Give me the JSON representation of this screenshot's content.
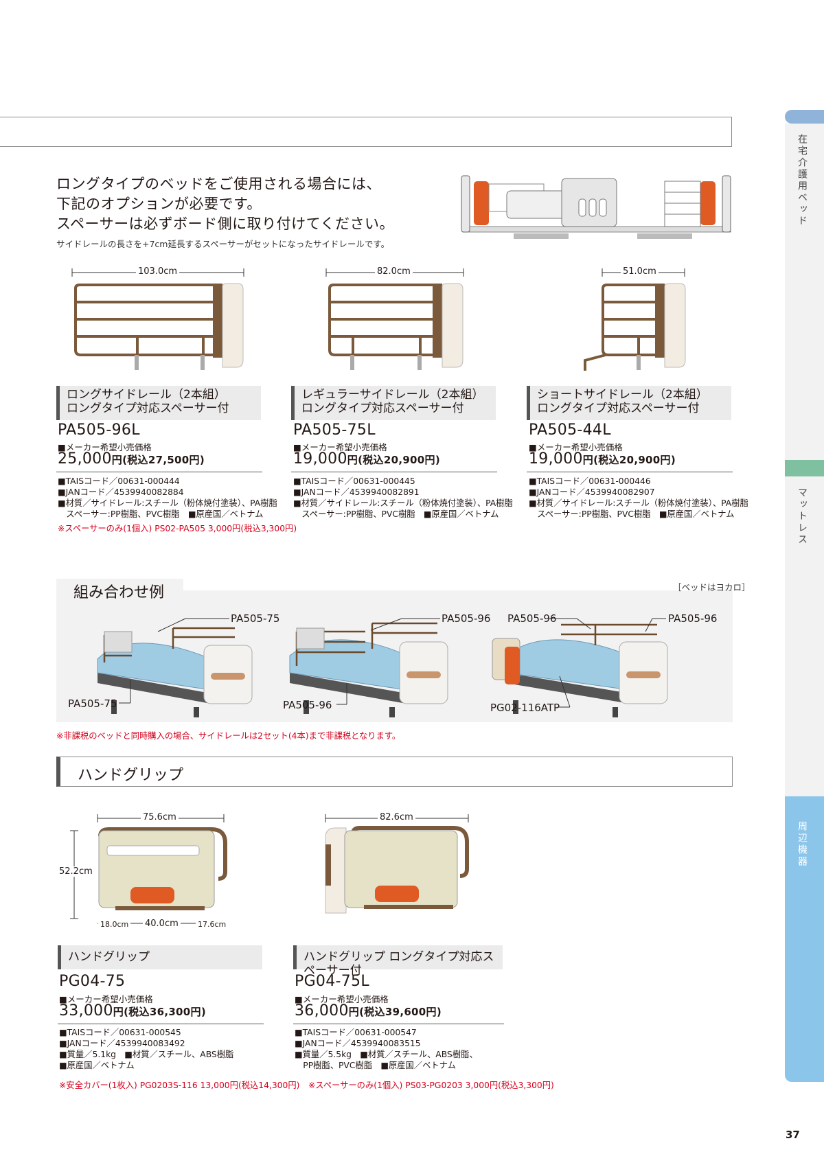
{
  "intro": {
    "line1": "ロングタイプのベッドをご使用される場合には、",
    "line2": "下記のオプションが必要です。",
    "line3": "スペーサーは必ずボード側に取り付けてください。",
    "sub": "サイドレールの長さを+7cm延長するスペーサーがセットになったサイドレールです。"
  },
  "siderails": [
    {
      "dim": "103.0cm",
      "name1": "ロングサイドレール（2本組）",
      "name2": "ロングタイプ対応スペーサー付",
      "model": "PA505-96L",
      "price_label": "■メーカー希望小売価格",
      "price": "25,000",
      "yen": "円",
      "tax": "(税込27,500円)",
      "spec1": "■TAISコード／00631-000444",
      "spec2": "■JANコード／4539940082884",
      "spec3": "■材質／サイドレール:スチール（粉体焼付塗装）、PA樹脂",
      "spec4": "　スペーサー:PP樹脂、PVC樹脂　■原産国／ベトナム"
    },
    {
      "dim": "82.0cm",
      "name1": "レギュラーサイドレール（2本組）",
      "name2": "ロングタイプ対応スペーサー付",
      "model": "PA505-75L",
      "price_label": "■メーカー希望小売価格",
      "price": "19,000",
      "yen": "円",
      "tax": "(税込20,900円)",
      "spec1": "■TAISコード／00631-000445",
      "spec2": "■JANコード／4539940082891",
      "spec3": "■材質／サイドレール:スチール（粉体焼付塗装）、PA樹脂",
      "spec4": "　スペーサー:PP樹脂、PVC樹脂　■原産国／ベトナム"
    },
    {
      "dim": "51.0cm",
      "name1": "ショートサイドレール（2本組）",
      "name2": "ロングタイプ対応スペーサー付",
      "model": "PA505-44L",
      "price_label": "■メーカー希望小売価格",
      "price": "19,000",
      "yen": "円",
      "tax": "(税込20,900円)",
      "spec1": "■TAISコード／00631-000446",
      "spec2": "■JANコード／4539940082907",
      "spec3": "■材質／サイドレール:スチール（粉体焼付塗装）、PA樹脂",
      "spec4": "　スペーサー:PP樹脂、PVC樹脂　■原産国／ベトナム"
    }
  ],
  "spacer_note": "※スペーサーのみ(1個入) PS02-PA505 3,000円(税込3,300円)",
  "combo": {
    "title": "組み合わせ例",
    "bed_note": "［ベッドはヨカロ］",
    "labels": [
      "PA505-75",
      "PA505-75",
      "PA505-96",
      "PA505-96",
      "PA505-96",
      "PA505-96",
      "PG02-116ATP"
    ],
    "footnote": "※非課税のベッドと同時購入の場合、サイドレールは2セット(4本)まで非課税となります。"
  },
  "handgrip_section": {
    "title": "ハンドグリップ"
  },
  "handgrips": [
    {
      "dim_w": "75.6cm",
      "dim_h": "52.2cm",
      "dim_a": "18.0cm",
      "dim_b": "40.0cm",
      "dim_c": "17.6cm",
      "name": "ハンドグリップ",
      "model": "PG04-75",
      "price_label": "■メーカー希望小売価格",
      "price": "33,000",
      "yen": "円",
      "tax": "(税込36,300円)",
      "spec1": "■TAISコード／00631-000545",
      "spec2": "■JANコード／4539940083492",
      "spec3": "■質量／5.1kg　■材質／スチール、ABS樹脂",
      "spec4": "■原産国／ベトナム",
      "note": "※安全カバー(1枚入) PG0203S-116 13,000円(税込14,300円)"
    },
    {
      "dim_w": "82.6cm",
      "name": "ハンドグリップ ロングタイプ対応スペーサー付",
      "model": "PG04-75L",
      "price_label": "■メーカー希望小売価格",
      "price": "36,000",
      "yen": "円",
      "tax": "(税込39,600円)",
      "spec1": "■TAISコード／00631-000547",
      "spec2": "■JANコード／4539940083515",
      "spec3": "■質量／5.5kg　■材質／スチール、ABS樹脂、",
      "spec4": "　PP樹脂、PVC樹脂　■原産国／ベトナム",
      "note": "※スペーサーのみ(1個入) PS03-PG0203 3,000円(税込3,300円)"
    }
  ],
  "tabs": [
    {
      "label": "在宅介護用ベッド",
      "color": "#8fb3d9"
    },
    {
      "label": "マットレス",
      "color": "#7fc0a0"
    },
    {
      "label": "周辺機器",
      "color": "#8cc5ea"
    }
  ],
  "page_number": "37",
  "colors": {
    "accent_red": "#d6001c",
    "rail_brown": "#7a5a3a",
    "mattress_blue": "#9fcbe3",
    "spacer_orange": "#e05a24"
  }
}
